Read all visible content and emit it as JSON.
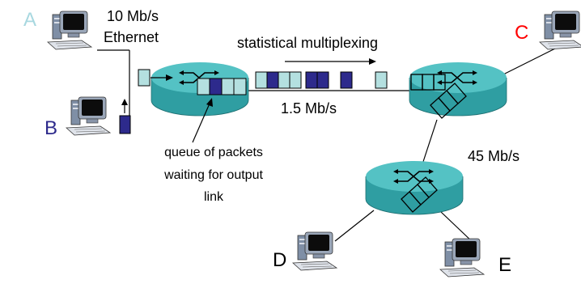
{
  "labels": {
    "a": "A",
    "b": "B",
    "c": "C",
    "d": "D",
    "e": "E",
    "ethernet_speed": "10 Mb/s",
    "ethernet": "Ethernet",
    "stat_mux": "statistical multiplexing",
    "link_15": "1.5 Mb/s",
    "link_45": "45 Mb/s",
    "queue_line1": "queue of packets",
    "queue_line2": "waiting for output",
    "queue_line3": "link"
  },
  "colors": {
    "host_a": "#a8d8e0",
    "host_b": "#2d2a8c",
    "host_c": "#ff0000",
    "router_fill": "#2f9ea2",
    "router_top": "#54c2c4",
    "packet_light": "#b4e0e0",
    "packet_dark": "#2d2a8c"
  }
}
